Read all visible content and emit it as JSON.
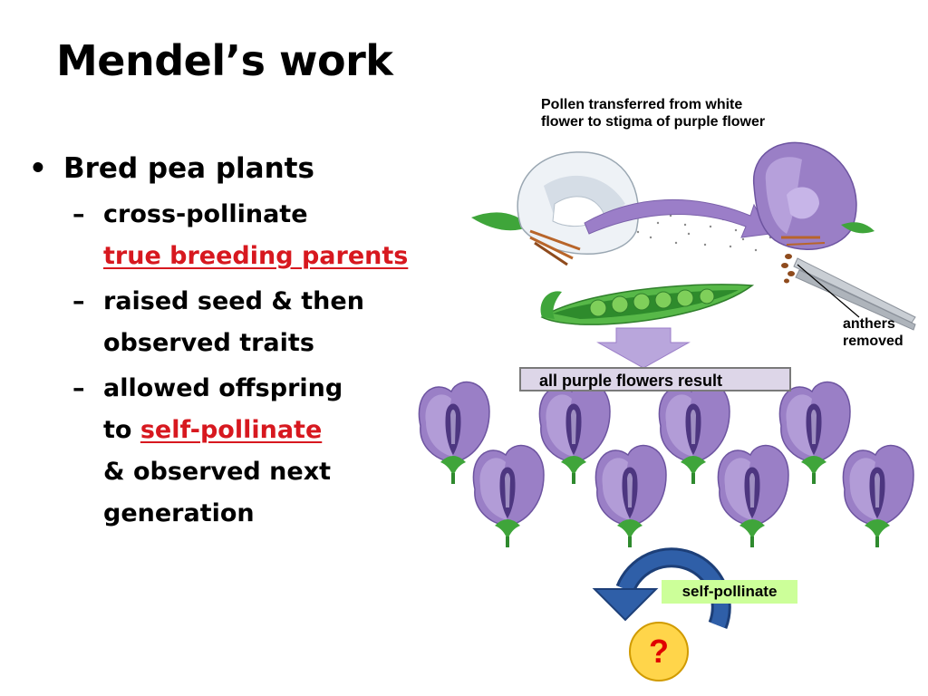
{
  "title": "Mendel’s work",
  "bullets": {
    "main": "Bred pea plants",
    "sub1_line1": "cross-pollinate",
    "sub1_line2": "true breeding parents",
    "sub2_line1": "raised seed & then",
    "sub2_line2": "observed traits",
    "sub3_line1": "allowed offspring",
    "sub3_line2_prefix": "to ",
    "sub3_line2_highlight": "self-pollinate",
    "sub3_line3": "& observed next",
    "sub3_line4": "generation"
  },
  "diagram": {
    "pollen_caption_line1": "Pollen transferred from white",
    "pollen_caption_line2": "flower to stigma of purple flower",
    "anthers_line1": "anthers",
    "anthers_line2": "removed",
    "result_label": "all purple flowers result",
    "self_pollinate_label": "self-pollinate",
    "question_mark": "?"
  },
  "colors": {
    "highlight_red": "#d7181f",
    "flower_purple": "#9a7fc6",
    "arrow_purple": "#9b7ec8",
    "result_box": "#ddd6e8",
    "self_box": "#ccff99",
    "cycle_arrow": "#2f5fa8",
    "question_circle": "#ffd54a"
  }
}
